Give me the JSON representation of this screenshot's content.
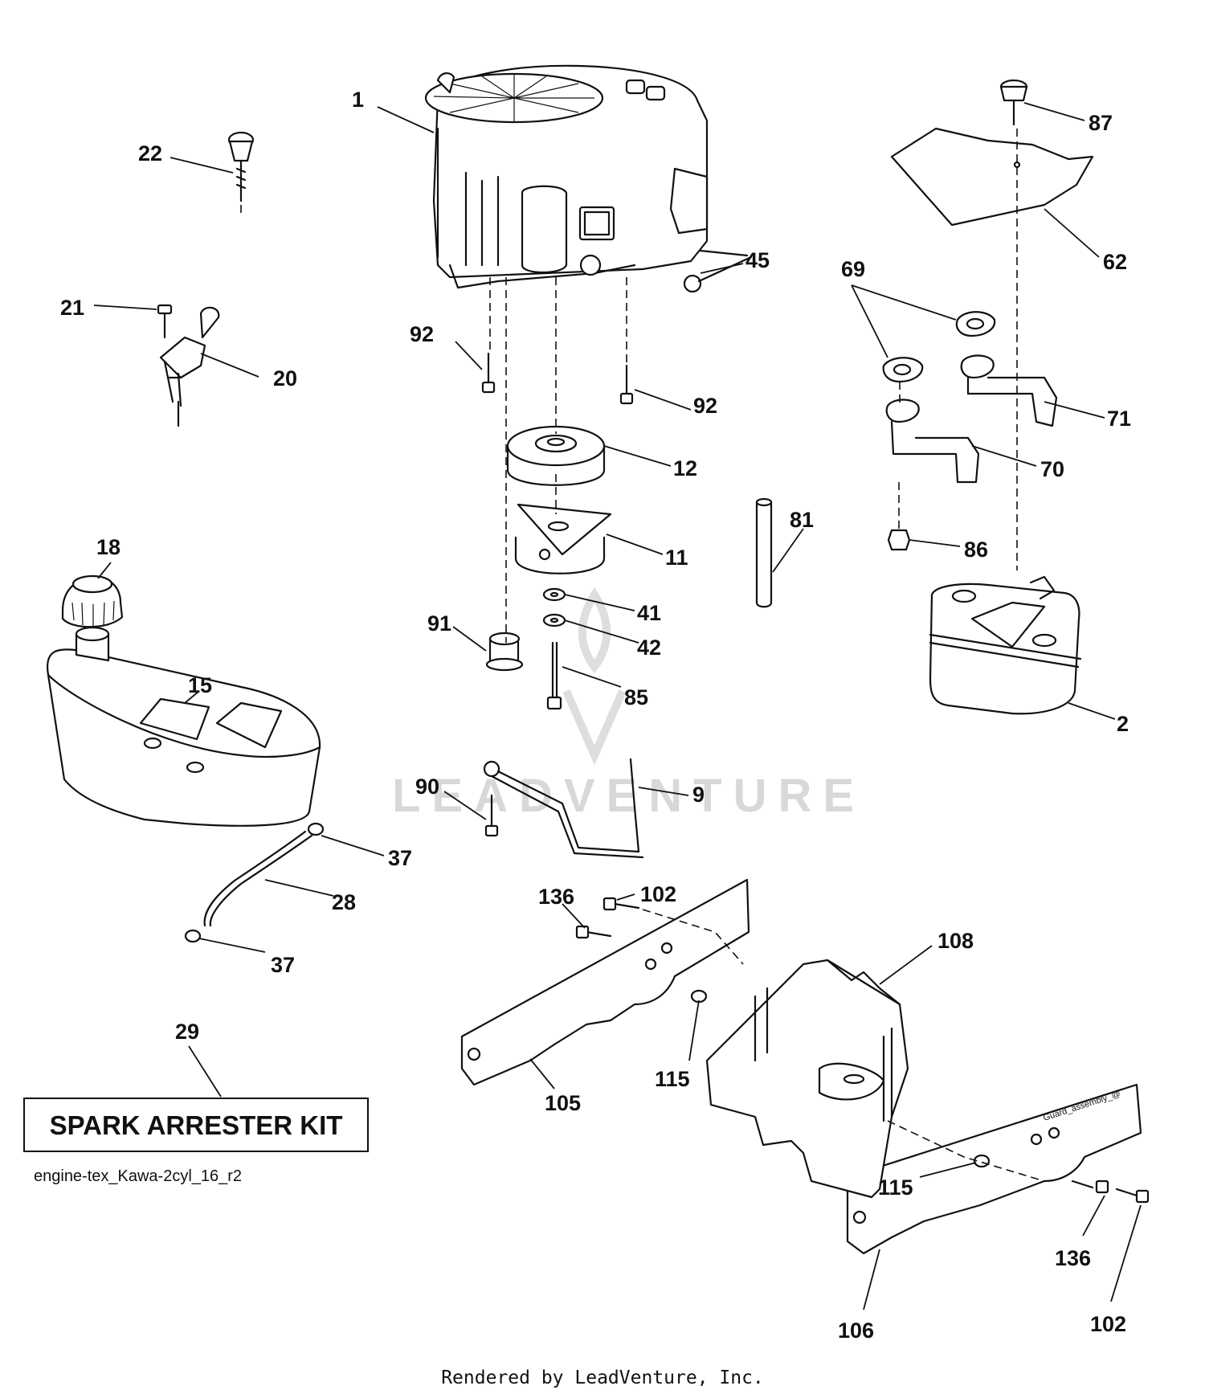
{
  "callouts": {
    "c1": "1",
    "c2": "2",
    "c9": "9",
    "c11": "11",
    "c12": "12",
    "c15": "15",
    "c18": "18",
    "c20": "20",
    "c21": "21",
    "c22": "22",
    "c28": "28",
    "c29": "29",
    "c37a": "37",
    "c37b": "37",
    "c41": "41",
    "c42": "42",
    "c45": "45",
    "c62": "62",
    "c69": "69",
    "c70": "70",
    "c71": "71",
    "c81": "81",
    "c85": "85",
    "c86": "86",
    "c87": "87",
    "c90": "90",
    "c91": "91",
    "c92a": "92",
    "c92b": "92",
    "c102a": "102",
    "c102b": "102",
    "c105": "105",
    "c106": "106",
    "c108": "108",
    "c115a": "115",
    "c115b": "115",
    "c136a": "136",
    "c136b": "136"
  },
  "kit_label": "SPARK ARRESTER KIT",
  "diagram_id": "engine-tex_Kawa-2cyl_16_r2",
  "guard_note": "Guard_assembly_@",
  "watermark": "LEADVENTURE",
  "footer": "Rendered by LeadVenture, Inc."
}
